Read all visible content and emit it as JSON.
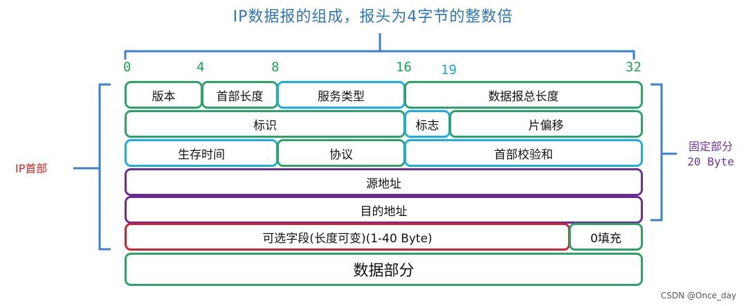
{
  "title": "IP数据报的组成，报头为4字节的整数倍",
  "bit_positions": [
    "0",
    "4",
    "8",
    "16",
    "19",
    "32"
  ],
  "fields": {
    "version": "版本",
    "header_length": "首部长度",
    "service_type": "服务类型",
    "total_length": "数据报总长度",
    "identification": "标识",
    "flags": "标志",
    "fragment_offset": "片偏移",
    "ttl": "生存时间",
    "protocol": "协议",
    "header_checksum": "首部校验和",
    "source_address": "源地址",
    "destination_address": "目的地址",
    "options": "可选字段(长度可变)(1-40 Byte)",
    "padding": "0填充",
    "data": "数据部分"
  },
  "labels": {
    "ip_header": "IP首部",
    "fixed_part_line1": "固定部分",
    "fixed_part_line2": "20 Byte"
  },
  "watermark": "CSDN @Once_day",
  "colors": {
    "title": "#2e75b6",
    "green": "#2aa466",
    "blue": "#19aee6",
    "purple": "#6a2c91",
    "red": "#d3202f",
    "bracket": "#3a7fd0"
  }
}
